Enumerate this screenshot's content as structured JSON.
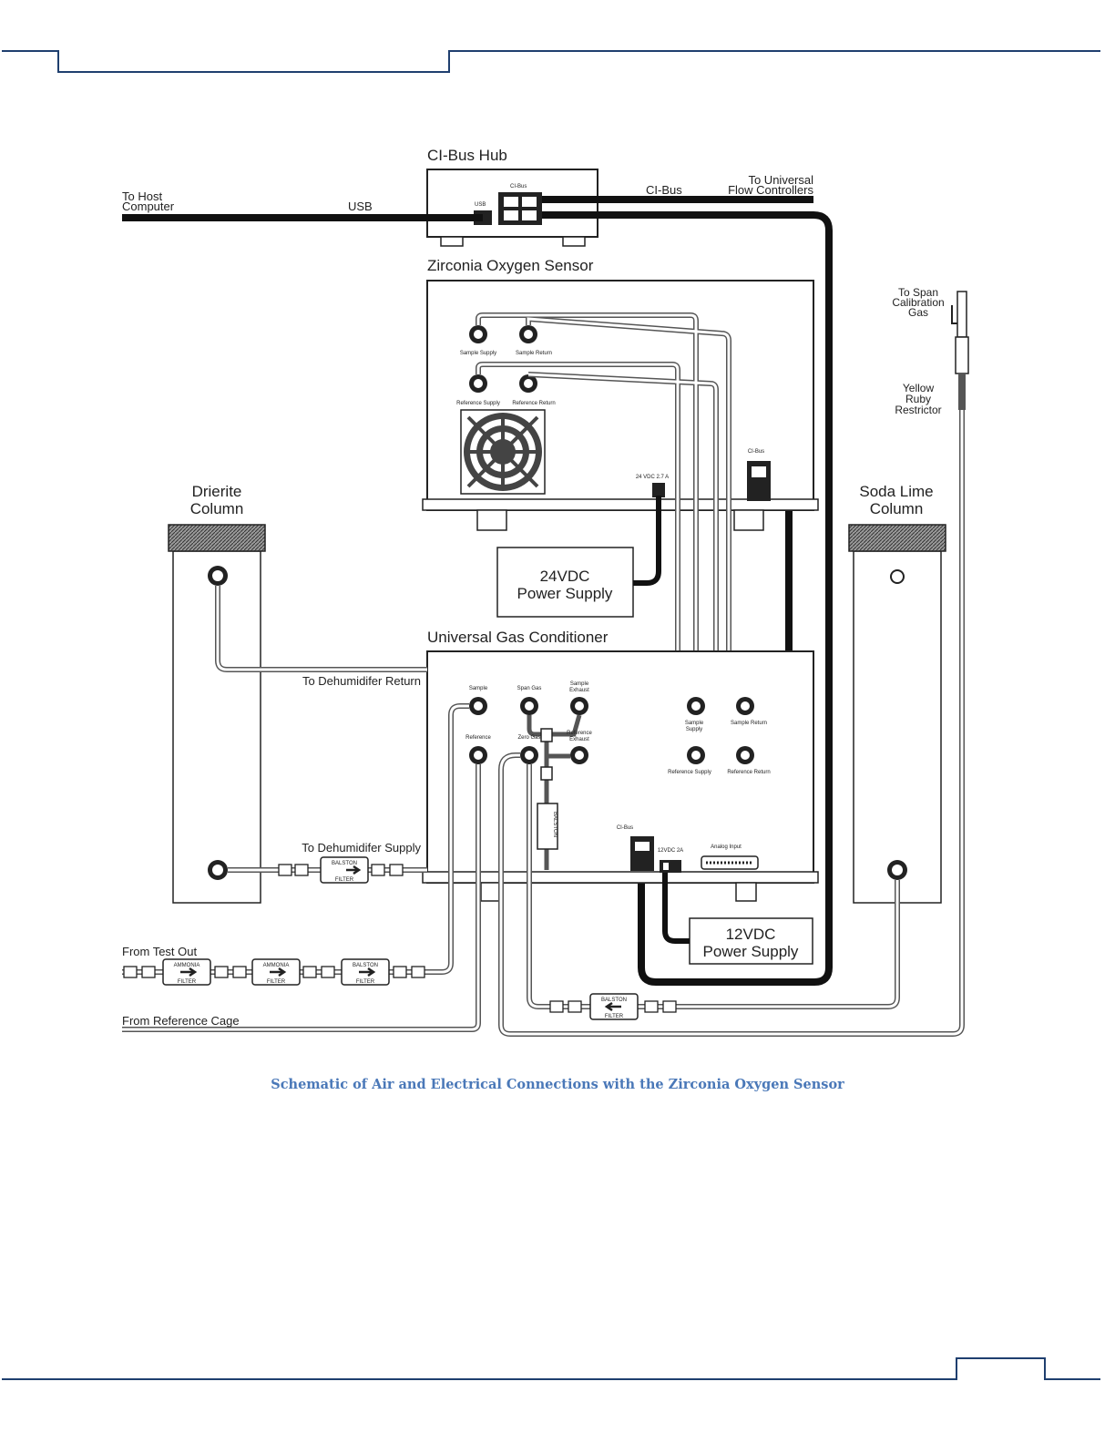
{
  "page": {
    "frame_color": "#1f3f6f",
    "caption_color": "#4a78b8"
  },
  "hub": {
    "title": "CI-Bus Hub",
    "usb_port": "USB",
    "ci_port": "CI-Bus"
  },
  "cables": {
    "to_host_line1": "To Host",
    "to_host_line2": "Computer",
    "usb": "USB",
    "ci_bus": "CI-Bus",
    "to_ufc_line1": "To Universal",
    "to_ufc_line2": "Flow Controllers"
  },
  "zos": {
    "title": "Zirconia Oxygen Sensor",
    "ports": {
      "sample_supply": "Sample Supply",
      "sample_return": "Sample Return",
      "reference_supply": "Reference Supply",
      "reference_return": "Reference Return"
    },
    "power_port": "24 VDC  2.7 A",
    "ci_bus_port": "CI-Bus"
  },
  "psu24": {
    "line1": "24VDC",
    "line2": "Power Supply"
  },
  "psu12": {
    "line1": "12VDC",
    "line2": "Power Supply"
  },
  "span": {
    "line1": "To Span",
    "line2": "Calibration",
    "line3": "Gas"
  },
  "restrictor": {
    "line1": "Yellow",
    "line2": "Ruby",
    "line3": "Restrictor"
  },
  "drierite": {
    "line1": "Drierite",
    "line2": "Column"
  },
  "sodalime": {
    "line1": "Soda Lime",
    "line2": "Column"
  },
  "ugc": {
    "title": "Universal Gas Conditioner",
    "ports": {
      "sample": "Sample",
      "span_gas": "Span Gas",
      "sample_exhaust_1": "Sample",
      "sample_exhaust_2": "Exhaust",
      "reference": "Reference",
      "zero_gas": "Zero Gas",
      "reference_exhaust_1": "Reference",
      "reference_exhaust_2": "Exhaust",
      "sample_supply_1": "Sample",
      "sample_supply_2": "Supply",
      "sample_return": "Sample Return",
      "reference_supply": "Reference Supply",
      "reference_return": "Reference Return"
    },
    "ci_bus_port": "CI-Bus",
    "power_port": "12VDC 2A",
    "analog_input": "Analog Input"
  },
  "lines": {
    "dehumidifier_return": "To Dehumidifer Return",
    "dehumidifier_supply": "To Dehumidifer Supply",
    "from_test_out": "From Test Out",
    "from_reference_cage": "From Reference Cage"
  },
  "filters": {
    "balston_1": "BALSTON",
    "balston_2": "FILTER",
    "ammonia_1": "AMMONIA",
    "ammonia_2": "FILTER"
  },
  "caption": "Schematic of Air and Electrical Connections with the Zirconia Oxygen Sensor"
}
